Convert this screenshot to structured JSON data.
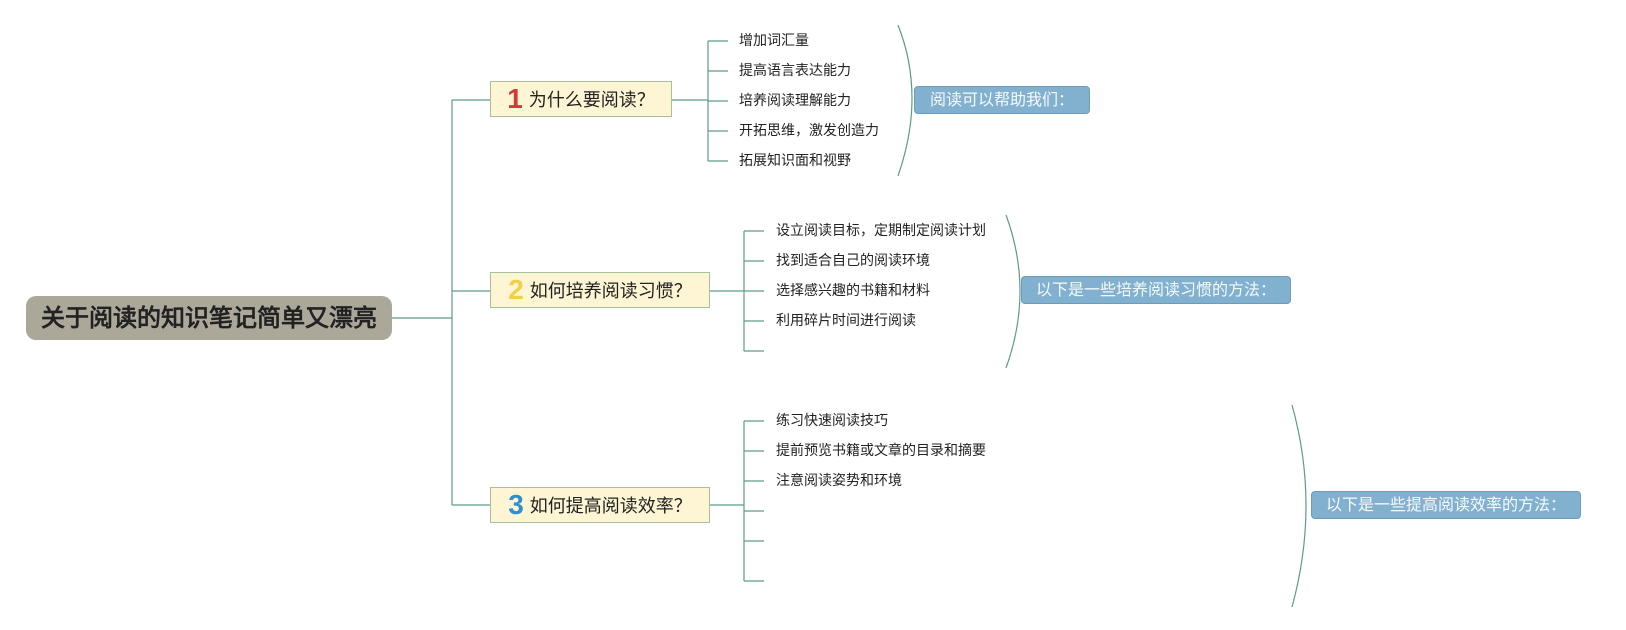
{
  "root": {
    "title": "关于阅读的知识笔记简单又漂亮"
  },
  "branches": [
    {
      "number": "1",
      "number_color": "#d23a3a",
      "title": "为什么要阅读？",
      "summary": "阅读可以帮助我们：",
      "items": [
        "增加词汇量",
        "提高语言表达能力",
        "培养阅读理解能力",
        "开拓思维，激发创造力",
        "拓展知识面和视野"
      ]
    },
    {
      "number": "2",
      "number_color": "#f2cf45",
      "title": "如何培养阅读习惯？",
      "summary": "以下是一些培养阅读习惯的方法：",
      "items": [
        "设立阅读目标，定期制定阅读计划",
        "找到适合自己的阅读环境",
        "选择感兴趣的书籍和材料",
        "利用碎片时间进行阅读",
        ""
      ]
    },
    {
      "number": "3",
      "number_color": "#2f8fcf",
      "title": "如何提高阅读效率？",
      "summary": "以下是一些提高阅读效率的方法：",
      "items": [
        "练习快速阅读技巧",
        "提前预览书籍或文章的目录和摘要",
        "注意阅读姿势和环境",
        "",
        "",
        ""
      ]
    }
  ],
  "colors": {
    "connector": "#5f9a86",
    "root_fill": "#aba89a",
    "topic_fill": "#fdf5d3",
    "summary_fill": "#82b1cf"
  }
}
